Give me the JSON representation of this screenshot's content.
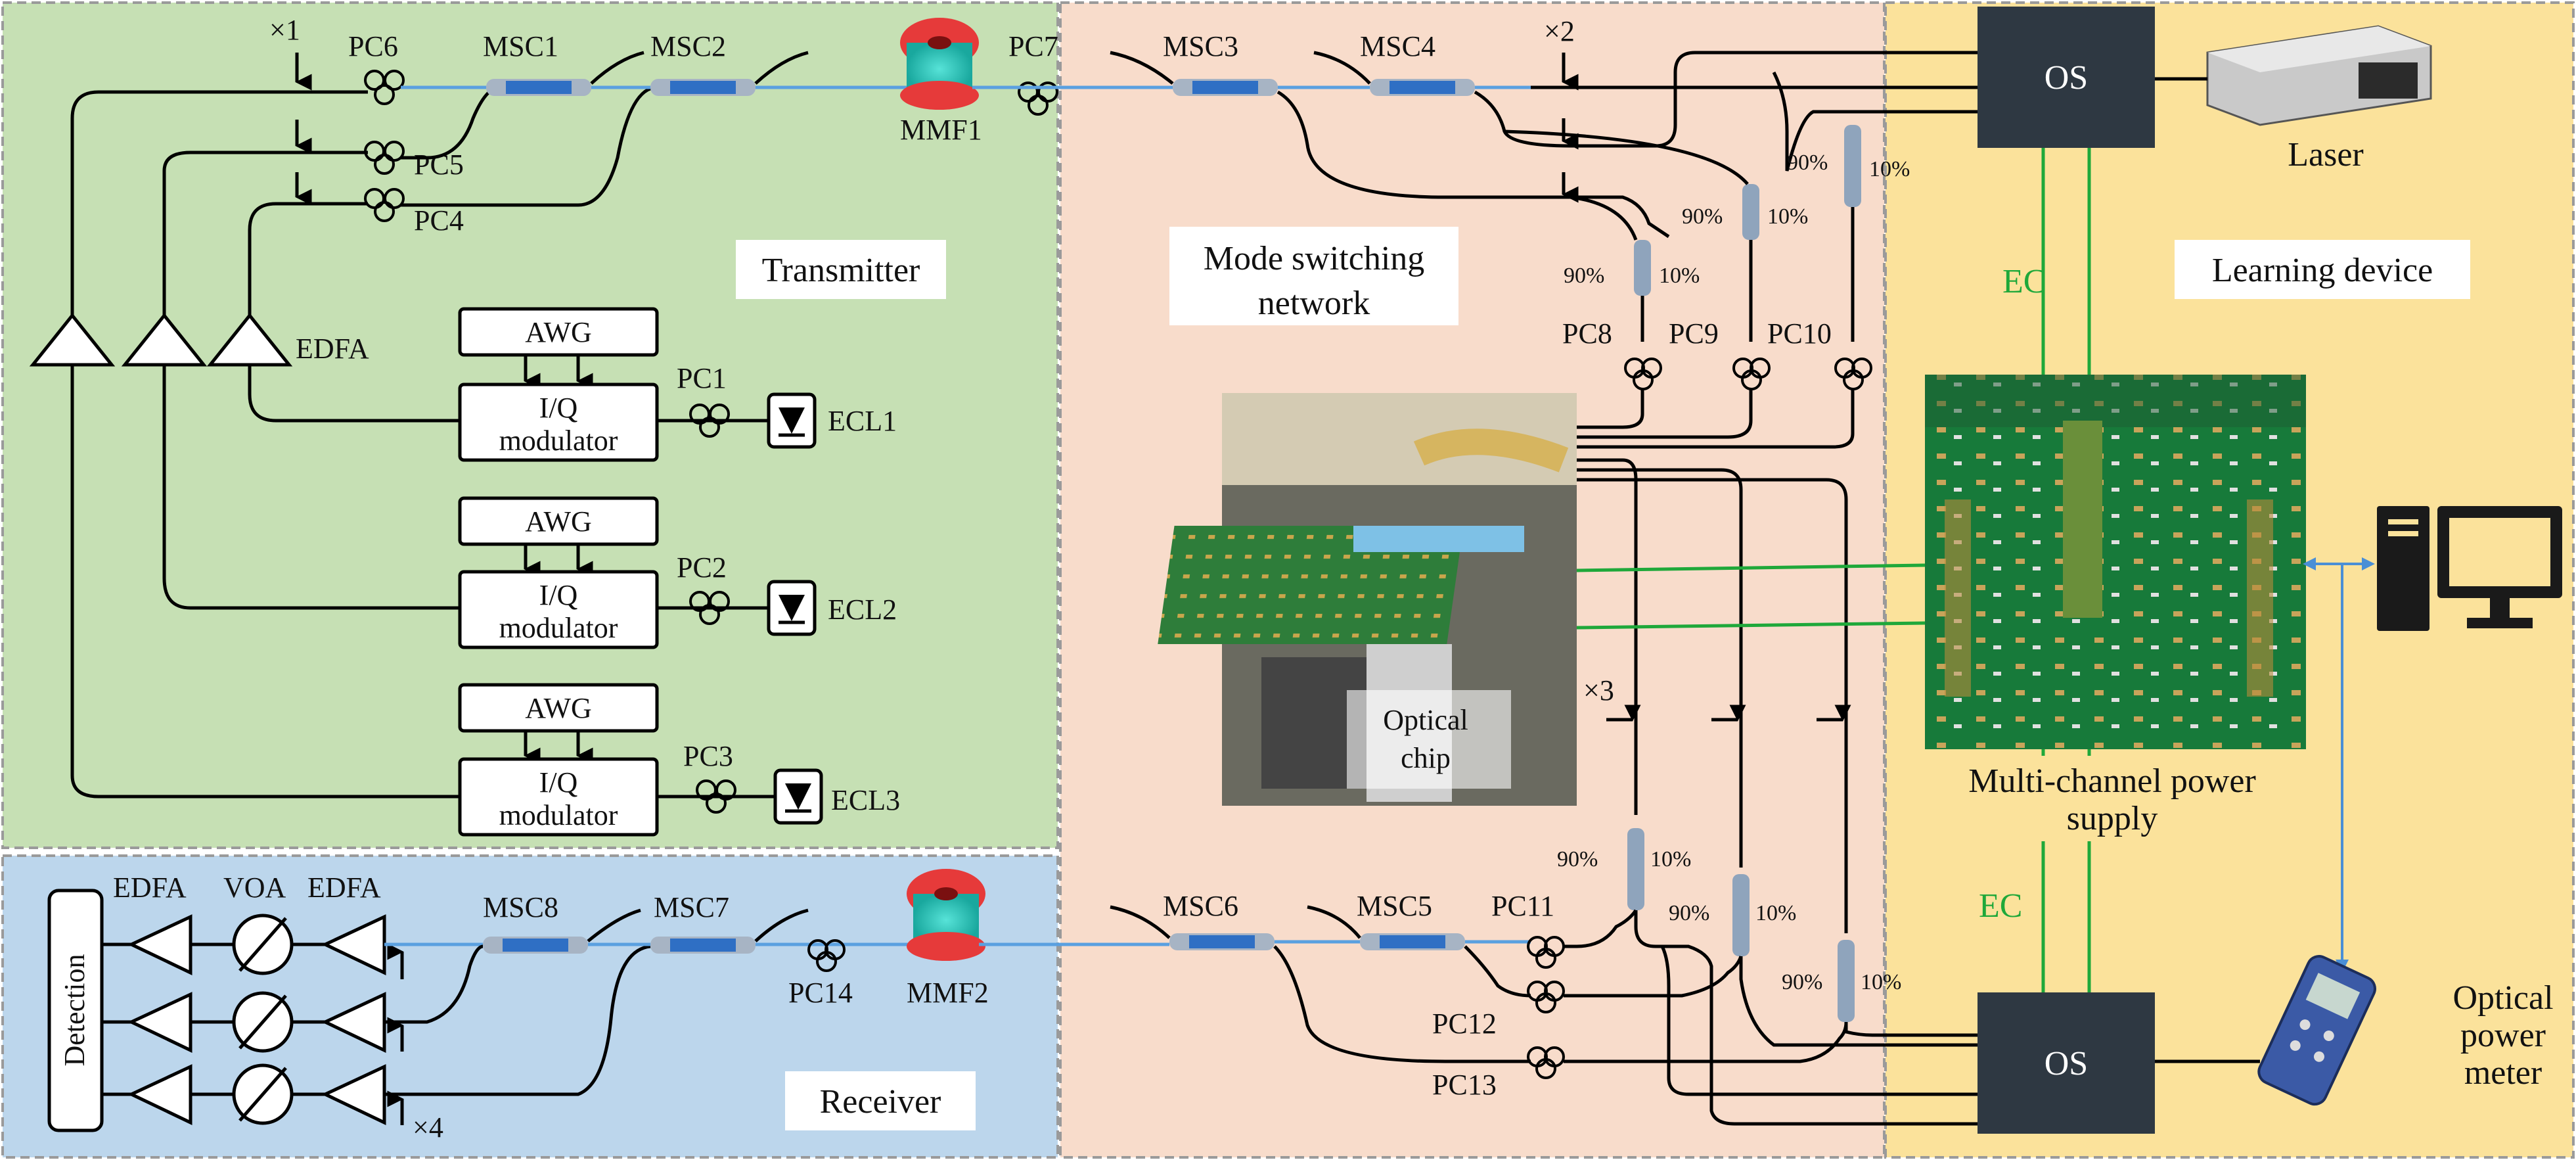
{
  "regions": {
    "transmitter": "Transmitter",
    "mode_switching_line1": "Mode switching",
    "mode_switching_line2": "network",
    "learning_device": "Learning device",
    "receiver": "Receiver"
  },
  "transmitter": {
    "multiplicity": "×1",
    "edfa": "EDFA",
    "awg": [
      "AWG",
      "AWG",
      "AWG"
    ],
    "modulator_line1": [
      "I/Q",
      "I/Q",
      "I/Q"
    ],
    "modulator_line2": [
      "modulator",
      "modulator",
      "modulator"
    ],
    "pcs": [
      "PC1",
      "PC2",
      "PC3"
    ],
    "ecls": [
      "ECL1",
      "ECL2",
      "ECL3"
    ],
    "top_pcs": [
      "PC6",
      "PC5",
      "PC4"
    ],
    "mscs": [
      "MSC1",
      "MSC2"
    ]
  },
  "link": {
    "pc7": "PC7",
    "mmf1": "MMF1",
    "pc14": "PC14",
    "mmf2": "MMF2"
  },
  "network": {
    "mscs_top": [
      "MSC3",
      "MSC4"
    ],
    "mscs_bottom": [
      "MSC6",
      "MSC5"
    ],
    "multiplicity_top": "×2",
    "multiplicity_mid": "×3",
    "pcs_top": [
      "PC8",
      "PC9",
      "PC10"
    ],
    "pcs_bottom": [
      "PC11",
      "PC12",
      "PC13"
    ],
    "splitter_90": "90%",
    "splitter_10": "10%",
    "chip_line1": "Optical",
    "chip_line2": "chip"
  },
  "learning": {
    "os_top": "OS",
    "os_bottom": "OS",
    "laser": "Laser",
    "ec_top": "EC",
    "ec_bottom": "EC",
    "psu_line1": "Multi-channel power",
    "psu_line2": "supply",
    "opm_line1": "Optical",
    "opm_line2": "power",
    "opm_line3": "meter"
  },
  "receiver": {
    "detection": "Detection",
    "edfa_left": "EDFA",
    "voa": "VOA",
    "edfa_right": "EDFA",
    "mscs": [
      "MSC8",
      "MSC7"
    ],
    "multiplicity": "×4"
  },
  "colors": {
    "transmitter_bg": "#c6e0b4",
    "network_bg": "#f8dccb",
    "learning_bg": "#fbe29b",
    "receiver_bg": "#bcd6ec",
    "os_box": "#2e3842",
    "ec_green": "#1fa83a",
    "fiber_blue": "#5aa0e0",
    "msc_blue": "#2f6fc4"
  }
}
